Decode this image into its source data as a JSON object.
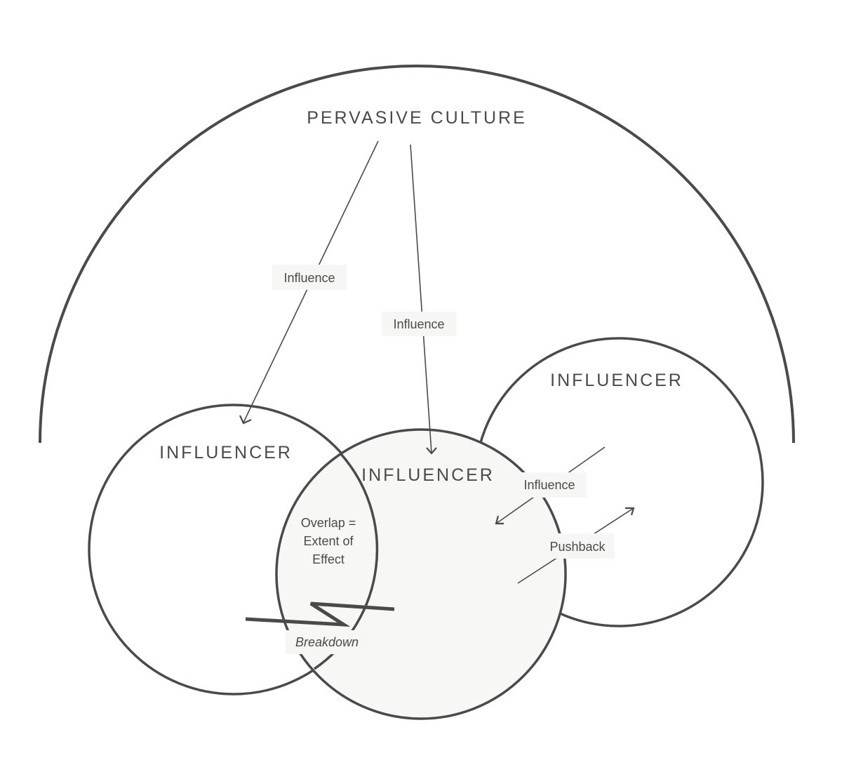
{
  "title": "PERVASIVE CULTURE",
  "circles": {
    "left": "INFLUENCER",
    "center": "INFLUENCER",
    "right": "INFLUENCER"
  },
  "labels": {
    "influence_left": "Influence",
    "influence_center": "Influence",
    "influence_right": "Influence",
    "pushback": "Pushback",
    "overlap": [
      "Overlap =",
      "Extent of",
      "Effect"
    ],
    "breakdown": "Breakdown"
  },
  "colors": {
    "stroke": "#4a4a4a",
    "center_fill": "#f7f7f5",
    "label_background": "#f6f6f4"
  }
}
